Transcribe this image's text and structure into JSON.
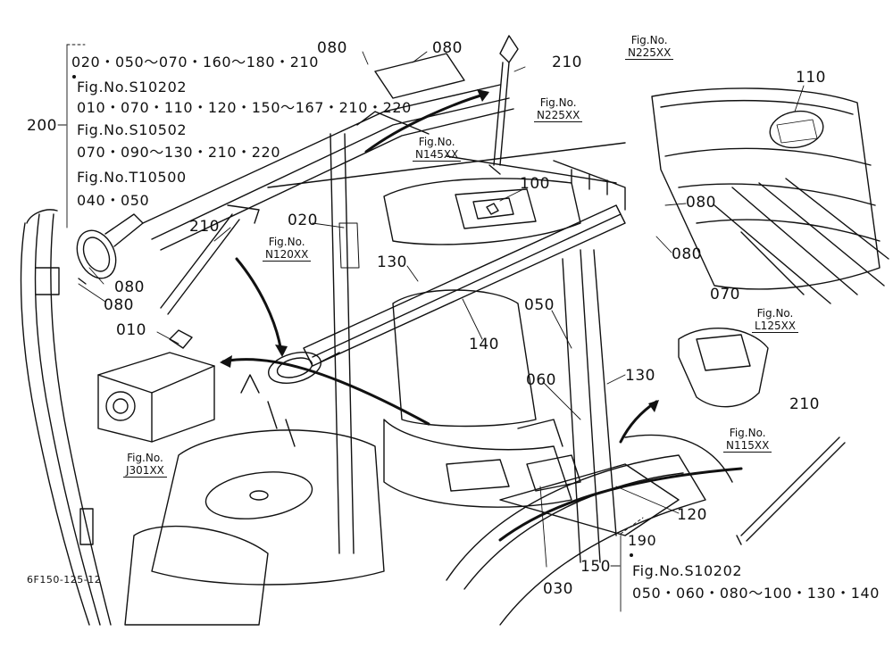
{
  "diagram_code": "6F150-125-12",
  "callouts": {
    "c080_top_left": "080",
    "c080_top_right": "080",
    "c210_top": "210",
    "c110": "110",
    "c100": "100",
    "c020": "020",
    "c210_left": "210",
    "c080_right_a": "080",
    "c080_right_b": "080",
    "c080_left_a": "080",
    "c080_left_b": "080",
    "c130_seat": "130",
    "c140": "140",
    "c050": "050",
    "c070": "070",
    "c010": "010",
    "c060": "060",
    "c130_right": "130",
    "c210_right": "210",
    "c120": "120",
    "c030": "030",
    "c200": "200",
    "c150": "150"
  },
  "fig_refs": {
    "n225_top_right": {
      "label": "Fig.No.",
      "code": "N225XX"
    },
    "n225_strut": {
      "label": "Fig.No.",
      "code": "N225XX"
    },
    "n145": {
      "label": "Fig.No.",
      "code": "N145XX"
    },
    "n120": {
      "label": "Fig.No.",
      "code": "N120XX"
    },
    "l125": {
      "label": "Fig.No.",
      "code": "L125XX"
    },
    "j301": {
      "label": "Fig.No.",
      "code": "J301XX"
    },
    "n115": {
      "label": "Fig.No.",
      "code": "N115XX"
    }
  },
  "group_200": {
    "lines": [
      "020・050〜070・160〜180・210",
      "Fig.No.S10202",
      "010・070・110・120・150〜167・210・220",
      "Fig.No.S10502",
      "070・090〜130・210・220",
      "Fig.No.T10500",
      "040・050"
    ]
  },
  "group_150": {
    "lines": [
      "190",
      "Fig.No.S10202",
      "050・060・080〜100・130・140"
    ]
  },
  "icons": {
    "tractor": "tractor-cab-exploded-drawing"
  }
}
